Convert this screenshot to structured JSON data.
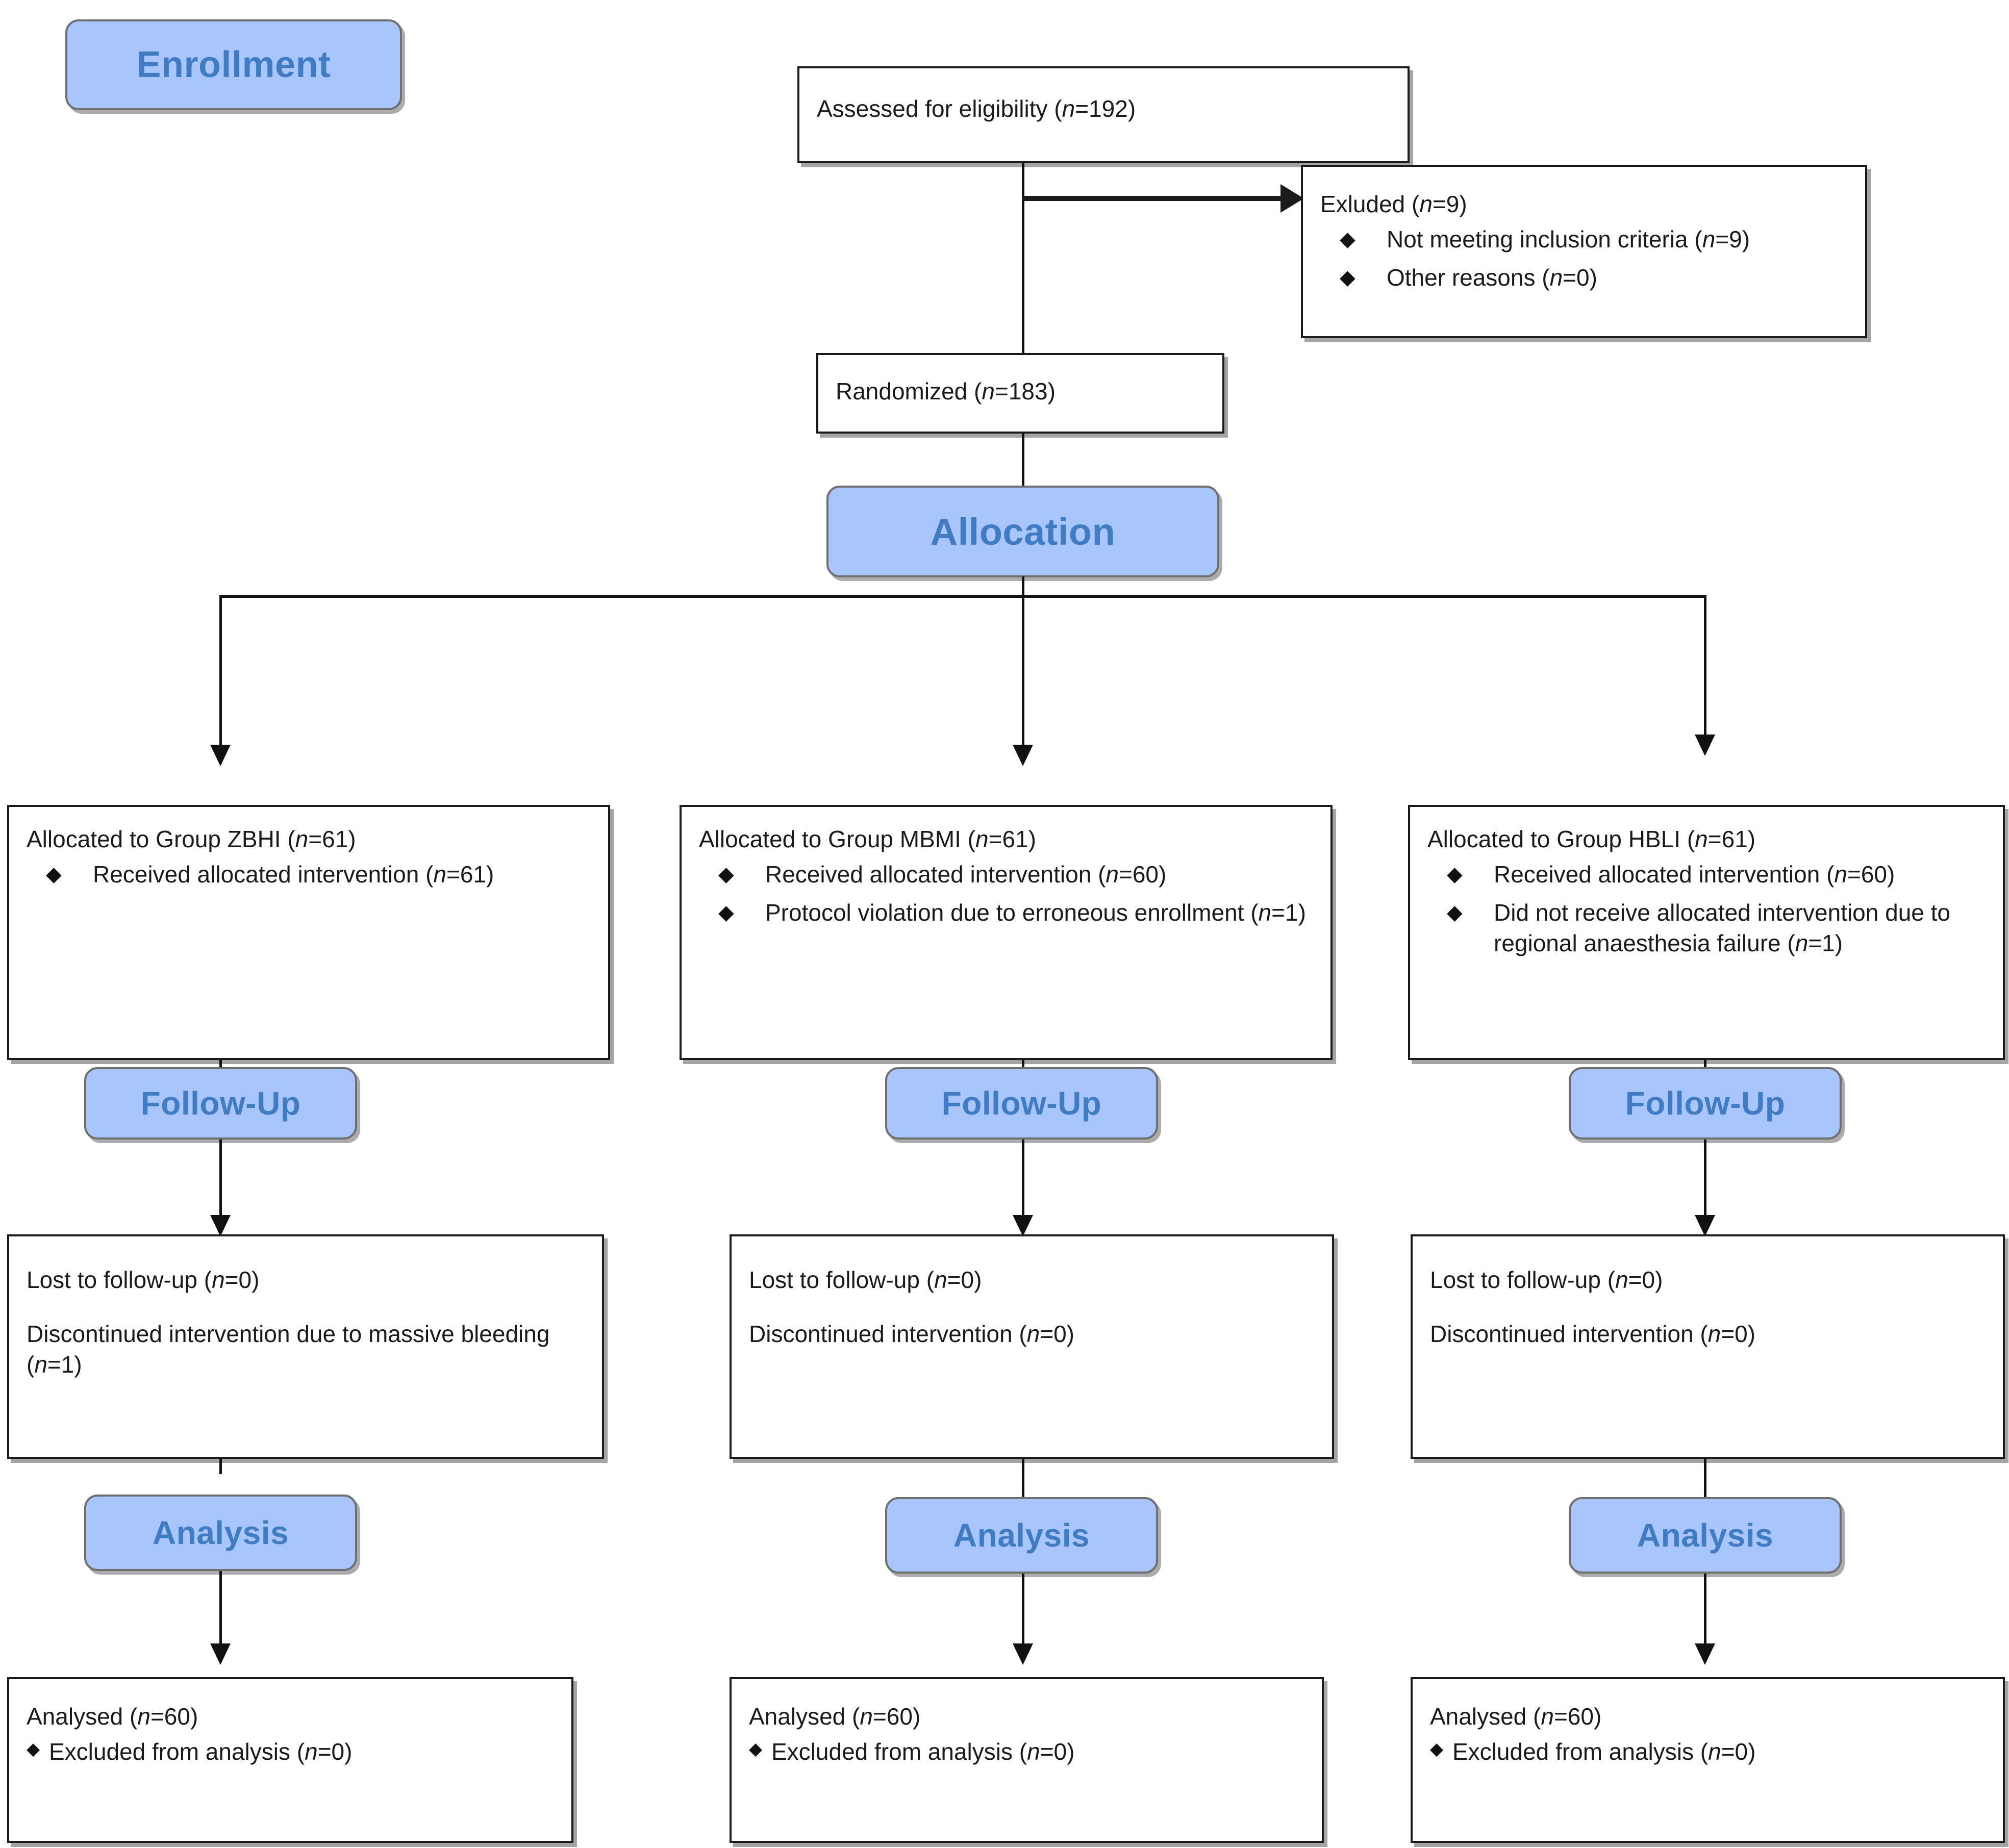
{
  "diagram": {
    "type": "consort-flow-diagram",
    "phases": [
      "Enrollment",
      "Allocation",
      "Follow-Up",
      "Analysis"
    ],
    "accent_color": "#a8c6fb",
    "accent_text_color": "#3f7cc4",
    "box_border_color": "#1b1b1b",
    "bullet_glyph": "♦"
  },
  "enrollment": {
    "phase_label": "Enrollment",
    "assessed": "Assessed for eligibility (n=192)",
    "excluded": {
      "title": "Exluded (n=9)",
      "reasons": [
        "Not meeting inclusion criteria (n=9)",
        "Other reasons (n=0)"
      ]
    },
    "randomized": "Randomized (n=183)"
  },
  "allocation": {
    "phase_label": "Allocation",
    "arms": [
      {
        "title": "Allocated to Group ZBHI (n=61)",
        "items": [
          "Received allocated intervention (n=61)"
        ]
      },
      {
        "title": "Allocated to Group MBMI (n=61)",
        "items": [
          "Received allocated intervention (n=60)",
          "Protocol violation due to erroneous enrollment (n=1)"
        ]
      },
      {
        "title": "Allocated to Group HBLI (n=61)",
        "items": [
          "Received allocated intervention (n=60)",
          "Did not receive allocated intervention due to regional anaesthesia failure (n=1)"
        ]
      }
    ]
  },
  "followup": {
    "phase_label": "Follow-Up",
    "arms": [
      {
        "lost": "Lost to follow-up (n=0)",
        "discontinued": "Discontinued intervention due to massive bleeding (n=1)"
      },
      {
        "lost": "Lost to follow-up (n=0)",
        "discontinued": "Discontinued intervention (n=0)"
      },
      {
        "lost": "Lost to follow-up (n=0)",
        "discontinued": "Discontinued intervention (n=0)"
      }
    ]
  },
  "analysis": {
    "phase_label": "Analysis",
    "arms": [
      {
        "analysed": "Analysed (n=60)",
        "excluded": "Excluded from analysis (n=0)"
      },
      {
        "analysed": "Analysed (n=60)",
        "excluded": "Excluded from analysis (n=0)"
      },
      {
        "analysed": "Analysed (n=60)",
        "excluded": "Excluded from analysis (n=0)"
      }
    ]
  }
}
